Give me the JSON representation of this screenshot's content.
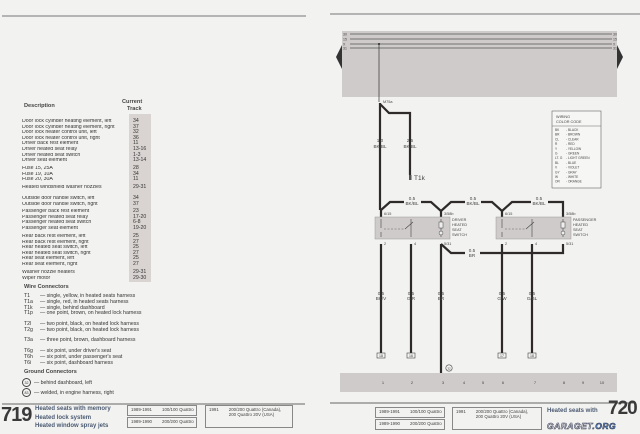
{
  "left_page": {
    "header_description": "Description",
    "header_track_1": "Current",
    "header_track_2": "Track",
    "groups": [
      [
        [
          "Door lock cylinder heating element, left",
          "34"
        ],
        [
          "Door lock cylinder heating element, right",
          "37"
        ],
        [
          "Door lock heater control unit, left",
          "32"
        ],
        [
          "Door lock heater control unit, right",
          "36"
        ],
        [
          "Driver back rest element",
          "11"
        ],
        [
          "Driver heated seat relay",
          "13-16"
        ],
        [
          "Driver heated seat switch",
          "1-3"
        ],
        [
          "Driver seat element",
          "13-14"
        ]
      ],
      [
        [
          "Fuse 15, 25A",
          "28"
        ],
        [
          "Fuse 19, 10A",
          "34"
        ],
        [
          "Fuse 20, 30A",
          "11"
        ]
      ],
      [
        [
          "Heated windshield washer nozzles",
          "29-31"
        ]
      ],
      [
        [
          "Outside door handle switch, left",
          "34"
        ],
        [
          "Outside door handle switch, right",
          "37"
        ]
      ],
      [
        [
          "Passenger back rest element",
          "23"
        ],
        [
          "Passenger heated seat relay",
          "17-20"
        ],
        [
          "Passenger heated seat switch",
          "6-8"
        ],
        [
          "Passenger seat element",
          "19-20"
        ]
      ],
      [
        [
          "Rear back rest element, left",
          "25"
        ],
        [
          "Rear back rest element, right",
          "27"
        ],
        [
          "Rear heated seat switch, left",
          "25"
        ],
        [
          "Rear heated seat switch, right",
          "27"
        ],
        [
          "Rear seat element, left",
          "25"
        ],
        [
          "Rear seat element, right",
          "27"
        ]
      ],
      [
        [
          "Washer nozzle heaters",
          "29-31"
        ],
        [
          "Wiper motor",
          "29-30"
        ]
      ]
    ],
    "wire_connectors_title": "Wire Connectors",
    "connector_groups": [
      [
        [
          "T1",
          "— single, yellow, in heated seats harness"
        ],
        [
          "T1a",
          "— single, red, in heated seats harness"
        ],
        [
          "T1k",
          "— single, behind dashboard"
        ],
        [
          "T1p",
          "— one point, brown, on heated lock harness"
        ]
      ],
      [
        [
          "T2l",
          "— two point, black, on heated lock harness"
        ],
        [
          "T2g",
          "— two point, black, on heated lock harness"
        ]
      ],
      [
        [
          "T3a",
          "— three point, brown, dashboard harness"
        ]
      ],
      [
        [
          "T6g",
          "— six point, under driver's seat"
        ],
        [
          "T6h",
          "— six point, under passenger's seat"
        ],
        [
          "T6i",
          "— six point, dashboard harness"
        ]
      ]
    ],
    "ground_connectors_title": "Ground Connectors",
    "grounds": [
      [
        "32",
        "— behind dashboard, left"
      ],
      [
        "83",
        "— welded, in engine harness, right"
      ]
    ],
    "footer": {
      "page_number": "719",
      "titles": [
        "Heated seats with memory",
        "Heated lock system",
        "Heated window spray jets"
      ],
      "models": [
        [
          "1989-1991",
          "100/100 Quattro"
        ],
        [
          "1989-1990",
          "200/200 Quattro"
        ]
      ],
      "model_1991_year": "1991",
      "model_1991_text": [
        "200/200 Quattro (Canada),",
        "200 Quattro 20V (USA)"
      ]
    }
  },
  "right_page": {
    "bus_labels": [
      "30",
      "15",
      "X",
      "31"
    ],
    "splice": "M75a",
    "wires": {
      "w1": [
        "1.0",
        "BK/BL"
      ],
      "w2": [
        "2.5",
        "BK/BL"
      ],
      "top1": [
        "0.5",
        "BK/BL"
      ],
      "top2": [
        "0.5",
        "BK/BL"
      ],
      "top3": [
        "0.5",
        "BK/BL"
      ],
      "br_link": [
        "0.5",
        "BR"
      ],
      "d1": [
        "0.5",
        "BK/V"
      ],
      "d2": [
        "0.5",
        "G/R"
      ],
      "d3": [
        "0.5",
        "BR"
      ],
      "d4": [
        "0.5",
        "G/W"
      ],
      "d5": [
        "0.5",
        "G/BL"
      ]
    },
    "connector_t1k": "T1k",
    "driver_switch": {
      "label": [
        "DRIVER",
        "HEATED",
        "SEAT",
        "SWITCH"
      ],
      "pin_in": "6/15",
      "pin_lamp": "3/58b",
      "pin_a": "2",
      "pin_b": "4",
      "pin_gnd": "5/31"
    },
    "passenger_switch": {
      "label": [
        "PASSENGER",
        "HEATED",
        "SEAT",
        "SWITCH"
      ],
      "pin_in": "6/15",
      "pin_lamp": "3/58b",
      "pin_a": "2",
      "pin_b": "4",
      "pin_gnd": "5/31"
    },
    "track_refs": [
      "18",
      "16",
      "17",
      "18"
    ],
    "ground_ref": "32",
    "track_numbers": [
      "1",
      "2",
      "3",
      "4",
      "5",
      "6",
      "7",
      "8",
      "9",
      "10"
    ],
    "color_code": {
      "title": [
        "WIRING",
        "COLOR CODE"
      ],
      "entries": [
        [
          "BK",
          "- BLACK"
        ],
        [
          "BR",
          "- BROWN"
        ],
        [
          "CL",
          "- CLEAR"
        ],
        [
          "R",
          "- RED"
        ],
        [
          "Y",
          "- YELLOW"
        ],
        [
          "G",
          "- GREEN"
        ],
        [
          "LT. G",
          "- LIGHT GREEN"
        ],
        [
          "BL",
          "- BLUE"
        ],
        [
          "V",
          "- VIOLET"
        ],
        [
          "GY",
          "- GRAY"
        ],
        [
          "W",
          "- WHITE"
        ],
        [
          "OR",
          "- ORANGE"
        ]
      ]
    },
    "footer": {
      "page_number": "720",
      "title": "Heated seats with",
      "models": [
        [
          "1989-1991",
          "100/100 Quattro"
        ],
        [
          "1989-1990",
          "200/200 Quattro"
        ]
      ],
      "model_1991_year": "1991",
      "model_1991_text": [
        "200/200 Quattro (Canada),",
        "200 Quattro 20V (USA)"
      ]
    },
    "watermark": "GARAGET.ORG"
  },
  "colors": {
    "paper": "#f2f2f0",
    "panel_gray": "#cfcbca",
    "wire": "#2e2a2a",
    "title_blue": "#4a5a72"
  }
}
